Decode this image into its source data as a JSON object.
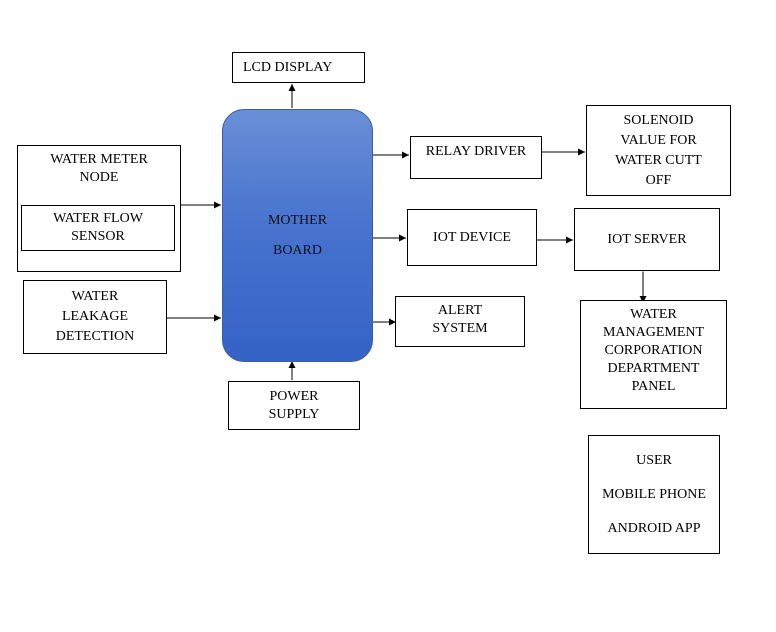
{
  "nodes": {
    "lcd_display": "LCD DISPLAY",
    "mother_board": "MOTHER\nBOARD",
    "relay_driver": "RELAY DRIVER",
    "solenoid_valve": "SOLENOID\nVALUE  FOR\nWATER  CUTT\nOFF",
    "water_meter_node": "WATER METER\nNODE",
    "water_flow_sensor": "WATER FLOW\nSENSOR",
    "iot_device": "IOT DEVICE",
    "iot_server": "IOT SERVER",
    "water_leakage_detection": "WATER\nLEAKAGE\nDETECTION",
    "alert_system": "ALERT\nSYSTEM",
    "water_management_panel": "WATER\nMANAGEMENT\nCORPORATION\nDEPARTMENT\nPANEL",
    "power_supply": "POWER\nSUPPLY",
    "user_mobile_app": "USER\n\nMOBILE PHONE\n\nANDROID APP"
  },
  "colors": {
    "mother_board_fill": "#4874cf",
    "line": "#000000"
  }
}
